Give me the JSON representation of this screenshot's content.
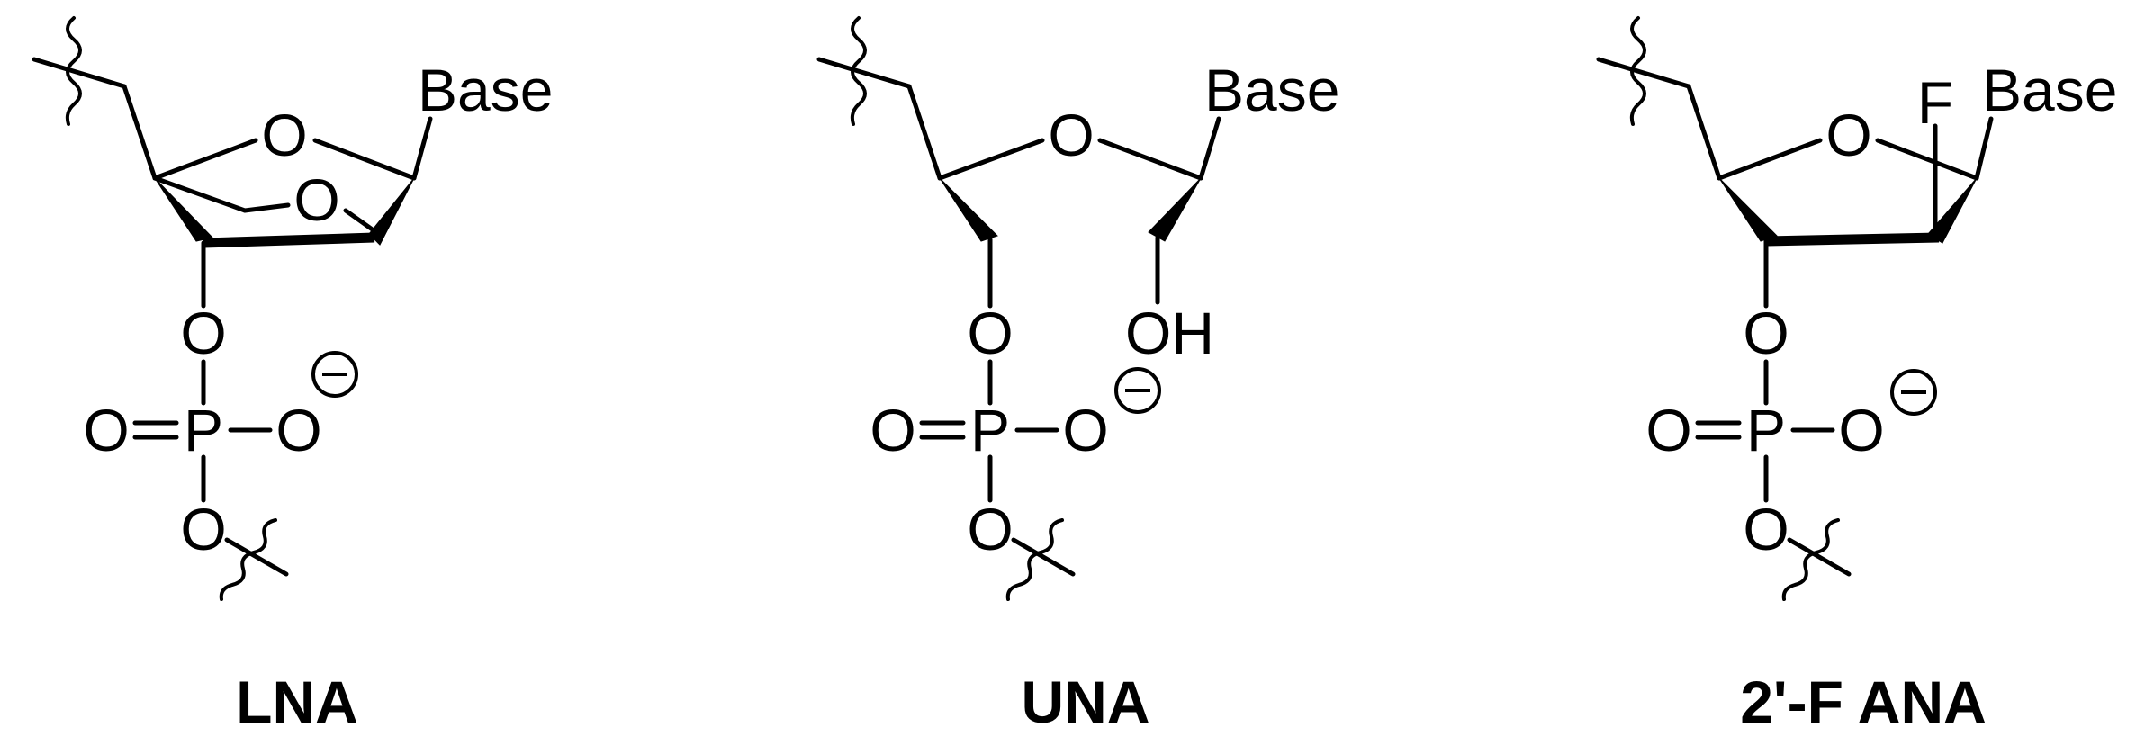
{
  "structures": [
    {
      "id": "lna",
      "caption": "LNA",
      "atoms": {
        "base": "Base",
        "ring_o": "O",
        "bridge_o": "O",
        "o3": "O",
        "p": "P",
        "o_double": "O",
        "o_minus": "O",
        "o_bottom": "O"
      }
    },
    {
      "id": "una",
      "caption": "UNA",
      "atoms": {
        "base": "Base",
        "ring_o": "O",
        "o3": "O",
        "oh": "OH",
        "p": "P",
        "o_double": "O",
        "o_minus": "O",
        "o_bottom": "O"
      }
    },
    {
      "id": "fana",
      "caption": "2'-F ANA",
      "atoms": {
        "base": "Base",
        "ring_o": "O",
        "f": "F",
        "o3": "O",
        "p": "P",
        "o_double": "O",
        "o_minus": "O",
        "o_bottom": "O"
      }
    }
  ]
}
